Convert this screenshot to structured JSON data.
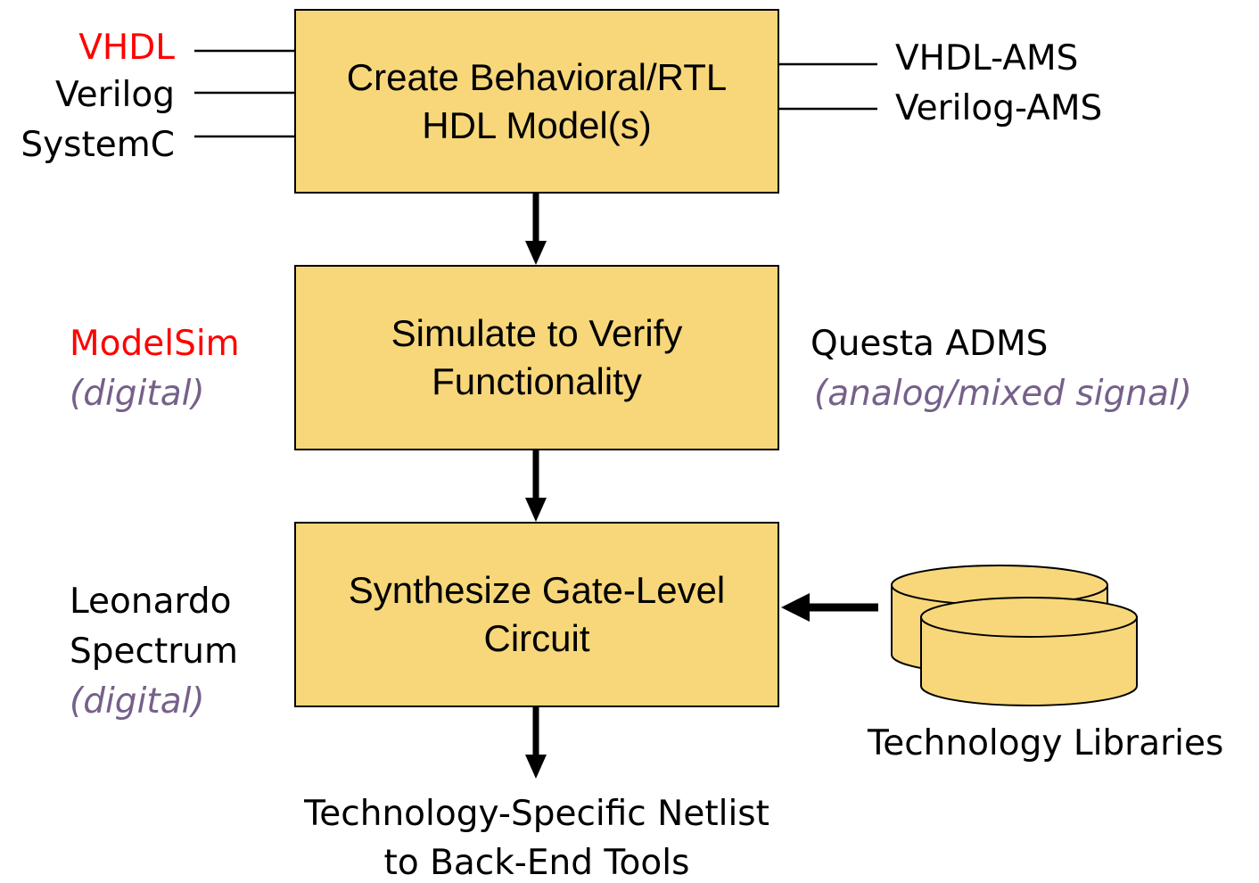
{
  "colors": {
    "box_fill": "#f7d77a",
    "highlight": "#ff0000",
    "annotation": "#76608a"
  },
  "boxes": {
    "create": {
      "line1": "Create Behavioral/RTL",
      "line2": "HDL Model(s)"
    },
    "simulate": {
      "line1": "Simulate to Verify",
      "line2": "Functionality"
    },
    "synthesize": {
      "line1": "Synthesize Gate-Level",
      "line2": "Circuit"
    }
  },
  "inputs_left": [
    "VHDL",
    "Verilog",
    "SystemC"
  ],
  "inputs_right": [
    "VHDL-AMS",
    "Verilog-AMS"
  ],
  "simulators": {
    "left": {
      "name": "ModelSim",
      "note": "(digital)"
    },
    "right": {
      "name": "Questa ADMS",
      "note": "(analog/mixed signal)"
    }
  },
  "synthesis_tool": {
    "line1": "Leonardo",
    "line2": "Spectrum",
    "note": "(digital)"
  },
  "libraries": {
    "label": "Technology Libraries"
  },
  "output": {
    "line1": "Technology-Specific Netlist",
    "line2": "to Back-End Tools"
  }
}
